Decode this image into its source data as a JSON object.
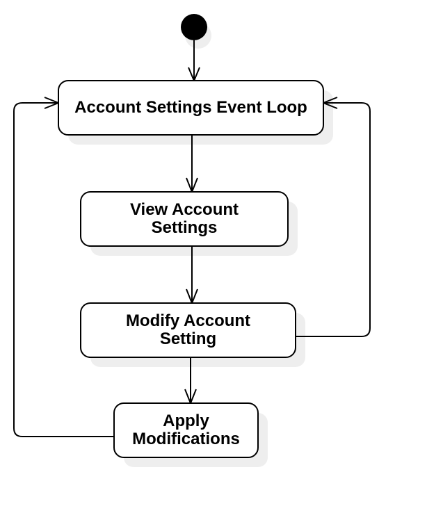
{
  "nodes": {
    "event_loop": "Account Settings Event Loop",
    "view_settings": "View Account Settings",
    "modify_setting": "Modify Account Setting",
    "apply_modifications": "Apply Modifications"
  },
  "colors": {
    "stroke": "#000000",
    "fill": "#ffffff",
    "shadow": "#eeeeee"
  }
}
